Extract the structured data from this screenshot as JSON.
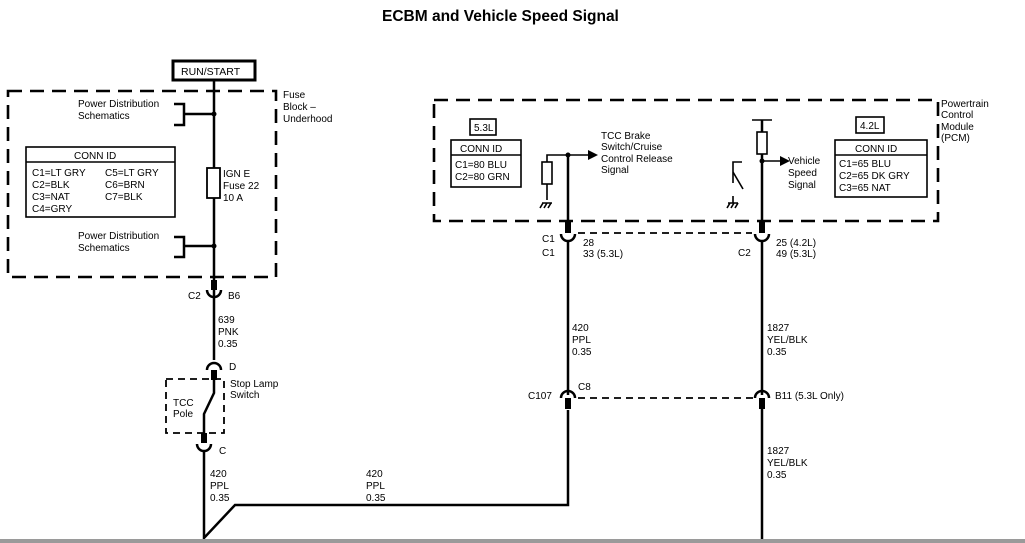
{
  "title": "ECBM and Vehicle Speed Signal",
  "power_source": "RUN/START",
  "fuse_block": {
    "label_lines": [
      "Fuse",
      "Block –",
      "Underhood"
    ],
    "power_dist_top": [
      "Power Distribution",
      "Schematics"
    ],
    "power_dist_bottom": [
      "Power Distribution",
      "Schematics"
    ],
    "fuse_lines": [
      "IGN E",
      "Fuse 22",
      "10 A"
    ],
    "conn_id": {
      "header": "CONN ID",
      "left": [
        "C1=LT GRY",
        "C2=BLK",
        "C3=NAT",
        "C4=GRY"
      ],
      "right": [
        "C5=LT GRY",
        "C6=BRN",
        "C7=BLK"
      ]
    },
    "connector": {
      "name": "C2",
      "pin": "B6"
    }
  },
  "wire_639": [
    "639",
    "PNK",
    "0.35"
  ],
  "stop_lamp_switch": {
    "top_pin": "D",
    "bottom_pin": "C",
    "label_lines": [
      "Stop Lamp",
      "Switch"
    ],
    "pole_lines": [
      "TCC",
      "Pole"
    ]
  },
  "wire_420_left": [
    "420",
    "PPL",
    "0.35"
  ],
  "wire_420_bottom": [
    "420",
    "PPL",
    "0.35"
  ],
  "wire_420_right": [
    "420",
    "PPL",
    "0.35"
  ],
  "pcm": {
    "label_lines": [
      "Powertrain",
      "Control",
      "Module",
      "(PCM)"
    ],
    "engine_53": "5.3L",
    "conn_53": {
      "header": "CONN ID",
      "rows": [
        "C1=80 BLU",
        "C2=80 GRN"
      ]
    },
    "engine_42": "4.2L",
    "conn_42": {
      "header": "CONN ID",
      "rows": [
        "C1=65 BLU",
        "C2=65 DK GRY",
        "C3=65 NAT"
      ]
    },
    "tcc_signal_lines": [
      "TCC Brake",
      "Switch/Cruise",
      "Control Release",
      "Signal"
    ],
    "vss_lines": [
      "Vehicle",
      "Speed",
      "Signal"
    ],
    "tcc_conn": {
      "names": [
        "C1",
        "C1"
      ],
      "pins": [
        "28",
        "33 (5.3L)"
      ]
    },
    "vss_conn": {
      "name": "C2",
      "pins": [
        "25 (4.2L)",
        "49 (5.3L)"
      ]
    }
  },
  "inline_c107": {
    "name": "C107",
    "pin": "C8"
  },
  "inline_b11": {
    "pin": "B11 (5.3L Only)"
  },
  "wire_1827_top": [
    "1827",
    "YEL/BLK",
    "0.35"
  ],
  "wire_1827_bottom": [
    "1827",
    "YEL/BLK",
    "0.35"
  ]
}
